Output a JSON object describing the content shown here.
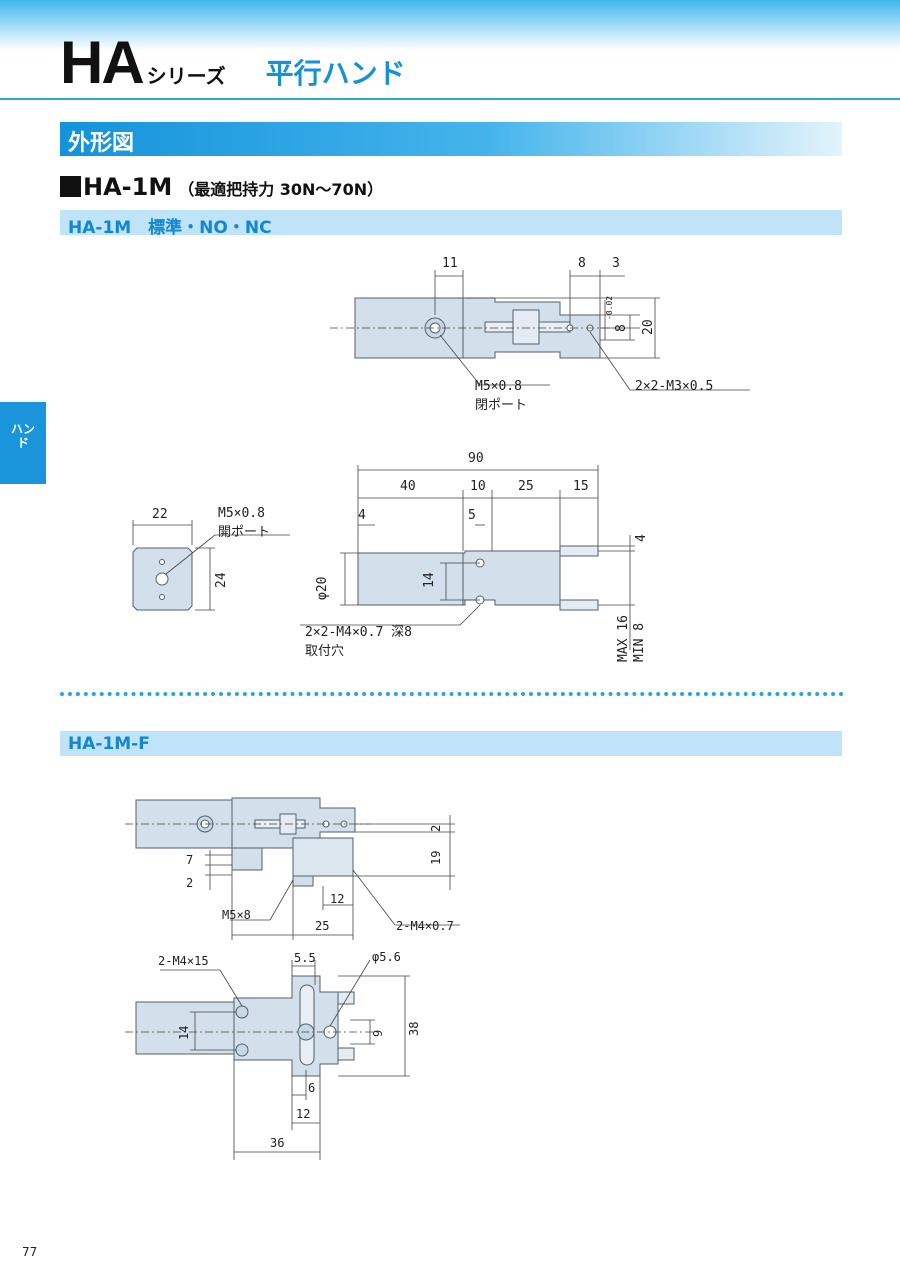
{
  "header": {
    "series_code": "HA",
    "series_suffix": "シリーズ",
    "product_name": "平行ハンド"
  },
  "section": {
    "title": "外形図"
  },
  "model": {
    "name": "HA-1M",
    "spec": "（最適把持力 30N～70N）"
  },
  "sub1": {
    "title": "HA-1M　標準・NO・NC"
  },
  "sub2": {
    "title": "HA-1M-F"
  },
  "side_tab": {
    "label": "ハンド"
  },
  "page_number": "77",
  "colors": {
    "accent": "#1592d6",
    "part_fill": "#d3e0ec",
    "part_stroke": "#51606c",
    "subhead_bg": "#bfe4f8"
  },
  "drawing1": {
    "top_dims": {
      "d11": "11",
      "d8": "8",
      "d3": "3",
      "d8tol": "8",
      "tol": "-0.02",
      "d20": "20"
    },
    "port_top": {
      "thread": "M5×0.8",
      "label": "閉ポート"
    },
    "thread_top_right": "2×2-M3×0.5",
    "side_dims": {
      "d90": "90",
      "d40": "40",
      "d10": "10",
      "d25": "25",
      "d15": "15",
      "d4": "4",
      "d5": "5",
      "d4r": "4",
      "d14": "14",
      "dia20": "φ20",
      "max16": "MAX 16",
      "min8": "MIN 8"
    },
    "mount": {
      "thread": "2×2-M4×0.7 深8",
      "label": "取付穴"
    },
    "end_view": {
      "d22": "22",
      "d24": "24",
      "thread": "M5×0.8",
      "label": "開ポート"
    }
  },
  "drawing2": {
    "top": {
      "d2": "2",
      "d19": "19",
      "d7": "7",
      "d2b": "2",
      "d12": "12",
      "d25": "25",
      "m5": "M5×8",
      "m4": "2-M4×0.7"
    },
    "bottom": {
      "m4x15": "2-M4×15",
      "d55": "5.5",
      "dia56": "φ5.6",
      "d14": "14",
      "d9": "9",
      "d38": "38",
      "d6": "6",
      "d12": "12",
      "d36": "36"
    }
  }
}
